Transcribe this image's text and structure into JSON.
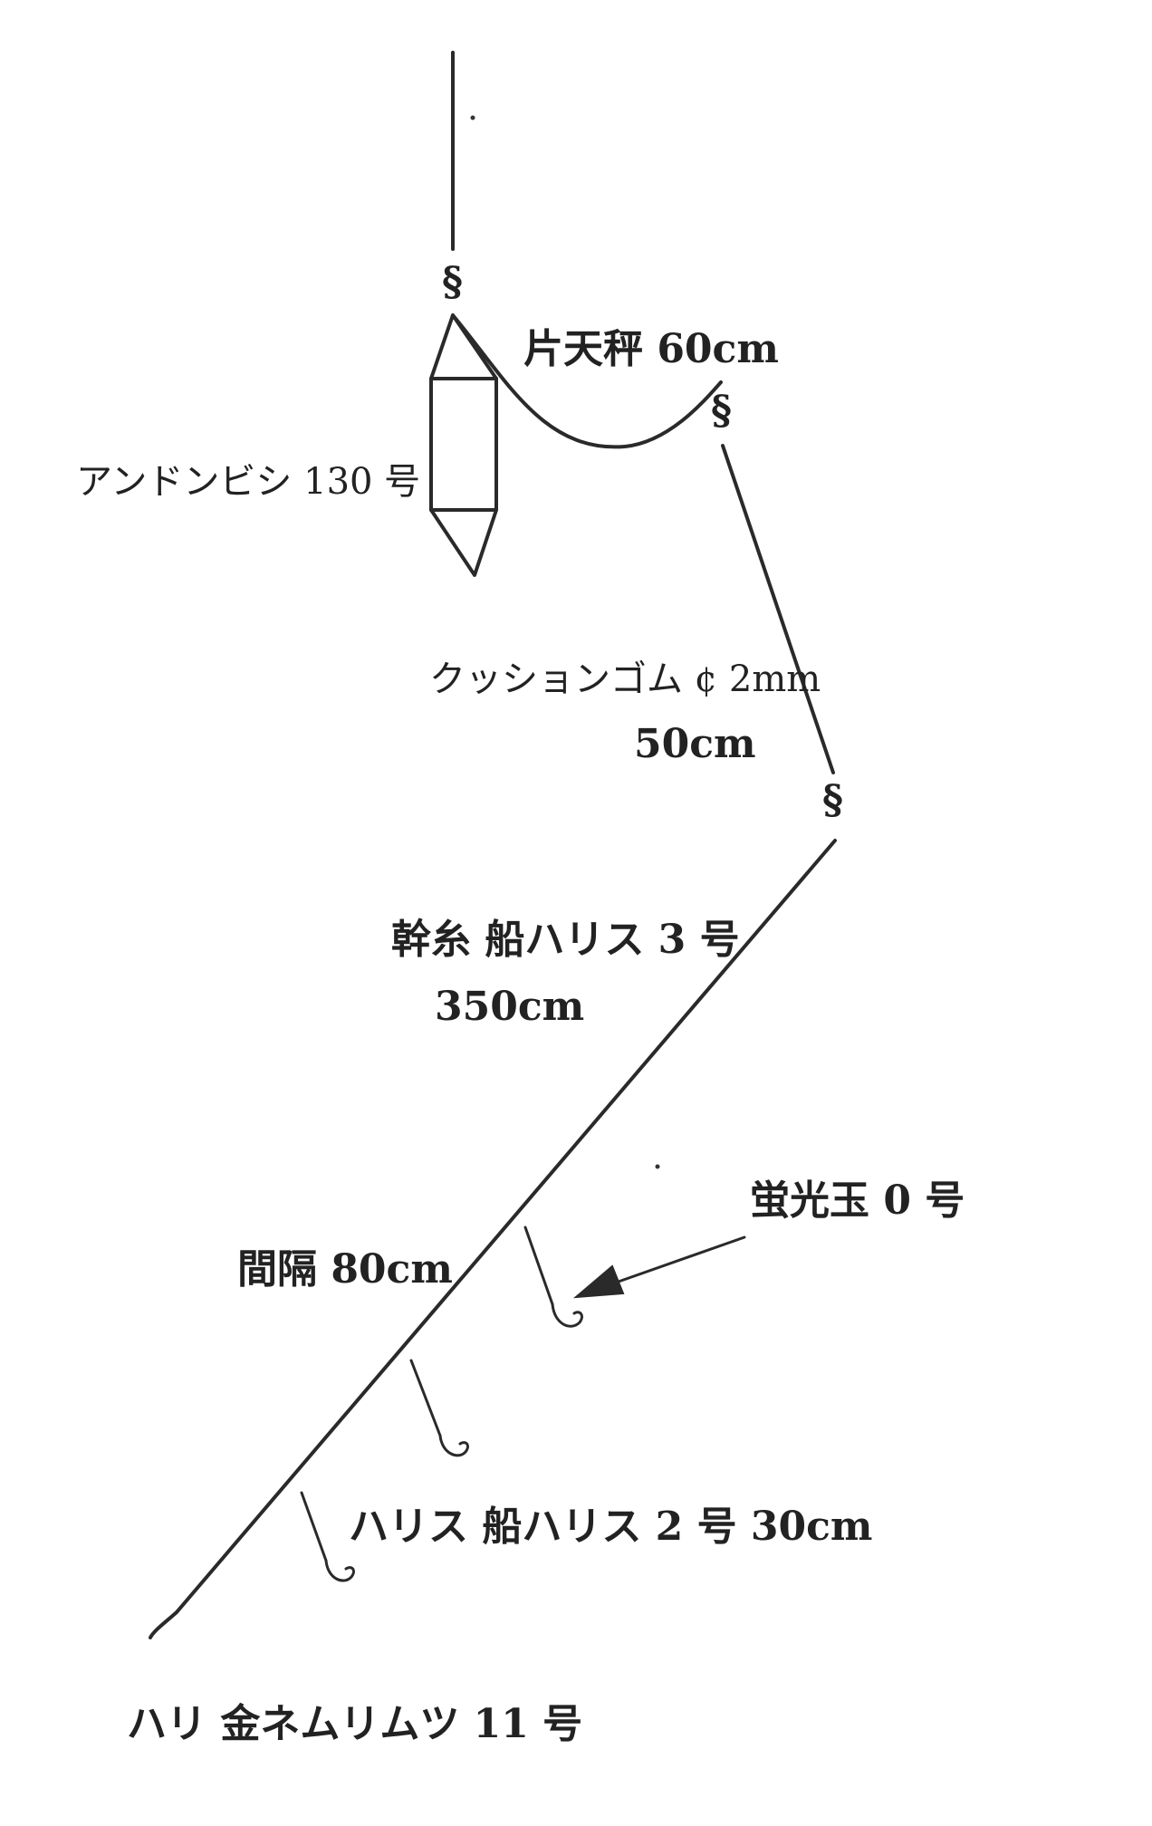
{
  "labels": {
    "tenbin": "片天秤 60cm",
    "sinker": "アンドンビシ 130 号",
    "cushion_line1": "クッションゴム ¢ 2mm",
    "cushion_line2": "50cm",
    "mainline_line1": "幹糸 船ハリス 3 号",
    "mainline_line2": "350cm",
    "bead": "蛍光玉 0 号",
    "interval": "間隔 80cm",
    "branch": "ハリス 船ハリス 2 号 30cm",
    "hook": "ハリ 金ネムリムツ 11 号"
  },
  "swivel_symbol": "§"
}
